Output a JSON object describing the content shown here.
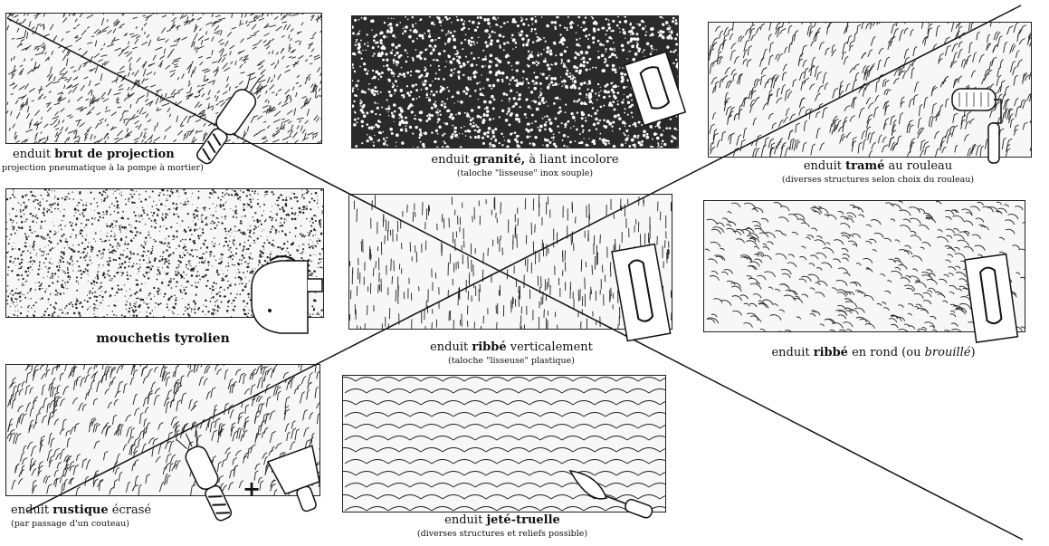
{
  "panels": {
    "projection": {
      "caption_pre": "enduit ",
      "caption_bold": "brut de projection",
      "caption_post": "",
      "sub": "projection pneumatique à la pompe à mortier)"
    },
    "granite": {
      "caption_pre": "enduit ",
      "caption_bold": "granité,",
      "caption_post": " à liant incolore",
      "sub": "(taloche \"lisseuse\" inox souple)"
    },
    "trame": {
      "caption_pre": "enduit ",
      "caption_bold": "tramé",
      "caption_post": " au rouleau",
      "sub": "(diverses structures selon choix du rouleau)"
    },
    "mouchetis": {
      "caption_pre": "",
      "caption_bold": "mouchetis tyrolien",
      "caption_post": "",
      "sub": ""
    },
    "ribbe_vertical": {
      "caption_pre": "enduit ",
      "caption_bold": "ribbé",
      "caption_post": " verticalement",
      "sub": "(taloche \"lisseuse\" plastique)"
    },
    "ribbe_rond": {
      "caption_pre": "enduit ",
      "caption_bold": "ribbé",
      "caption_post": " en rond (ou ",
      "caption_italic": "brouillé",
      "caption_end": ")",
      "sub": ""
    },
    "rustique": {
      "caption_pre": "enduit ",
      "caption_bold": "rustique",
      "caption_post": " écrasé",
      "sub": "(par passage d'un couteau)"
    },
    "jete": {
      "caption_pre": "enduit ",
      "caption_bold": "jeté-truelle",
      "caption_post": "",
      "sub": "(diverses structures et reliefs possible)"
    }
  },
  "plus_sign": "+",
  "icons": [
    "spray-gun-icon",
    "steel-trowel-icon",
    "paint-roller-icon",
    "tyrolean-machine-icon",
    "plastic-trowel-icon",
    "scraper-knife-icon",
    "mason-trowel-icon"
  ],
  "colors": {
    "ink": "#111111",
    "panel_bg": "#f7f7f7"
  }
}
